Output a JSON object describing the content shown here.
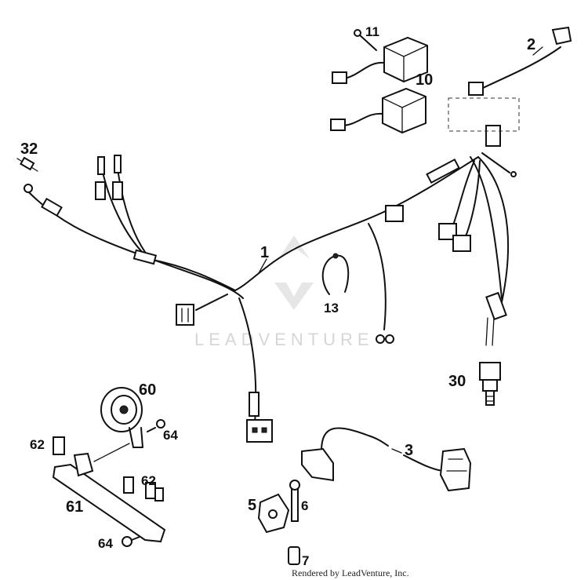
{
  "watermark": "LEADVENTURE",
  "credit": "Rendered by LeadVenture, Inc.",
  "callouts": {
    "c1": "1",
    "c2": "2",
    "c3": "3",
    "c5": "5",
    "c6": "6",
    "c7": "7",
    "c10": "10",
    "c11": "11",
    "c13": "13",
    "c30": "30",
    "c32": "32",
    "c60": "60",
    "c61": "61",
    "c62a": "62",
    "c62b": "62",
    "c64a": "64",
    "c64b": "64"
  },
  "colors": {
    "line": "#111111",
    "watermark": "#d6d6d6"
  }
}
